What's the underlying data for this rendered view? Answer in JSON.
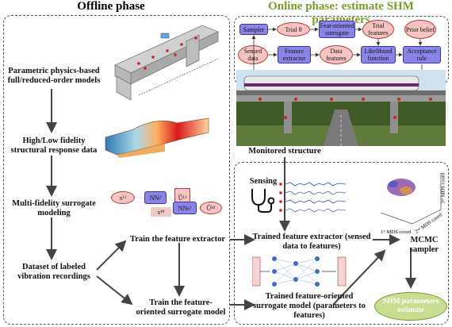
{
  "offline": {
    "title": "Offline phase",
    "steps": [
      "Parametric physics-based full/reduced-order models",
      "High/Low fidelity structural response data",
      "Multi-fidelity surrogate modeling",
      "Dataset of labeled vibration recordings"
    ],
    "surrogate": {
      "in_lf": "xᴸᶠ",
      "nn_lf": "NNₗᶠ",
      "out_lf": "Ûᴸᶠ",
      "in_hf": "xᴴᶠ",
      "nn_hf": "NNₕᶠ",
      "out_hf": "Ûᴴᶠ"
    },
    "train_extractor": "Train the feature extractor",
    "train_surrogate": "Train the feature-oriented surrogate model"
  },
  "online": {
    "title": "Online phase: estimate SHM parameters",
    "flow_nodes": {
      "sampler": "Sampler",
      "trial_theta": "Trial θ",
      "feature_surrogate": "Feat-oriented surrogate",
      "trial_features": "Trial features",
      "prior_belief": "Prior belief",
      "sensed_data": "Sensed data",
      "feature_extractor": "Feature extractor",
      "data_features": "Data features",
      "likelihood": "Likelihood function",
      "acceptance": "Acceptance rule"
    },
    "monitored": "Monitored structure",
    "sensing": "Sensing",
    "trained_extractor": "Trained feature extractor (sensed data to features)",
    "trained_surrogate": "Trained feature-oriented surrogate model (parameters to features)",
    "mcmc": "MCMC sampler",
    "estimate": "SHM parameters estimate",
    "mds_axes": [
      "1ˢᵗ MDS coord",
      "2ⁿᵈ MDS coord",
      "3ʳᵈ MDS coord"
    ]
  },
  "colors": {
    "online_accent": "#7a9a2a",
    "surrogate_node": "#8a84e6",
    "belief_node": "#f7c4c4",
    "estimate_fill": "#c9dd92"
  }
}
